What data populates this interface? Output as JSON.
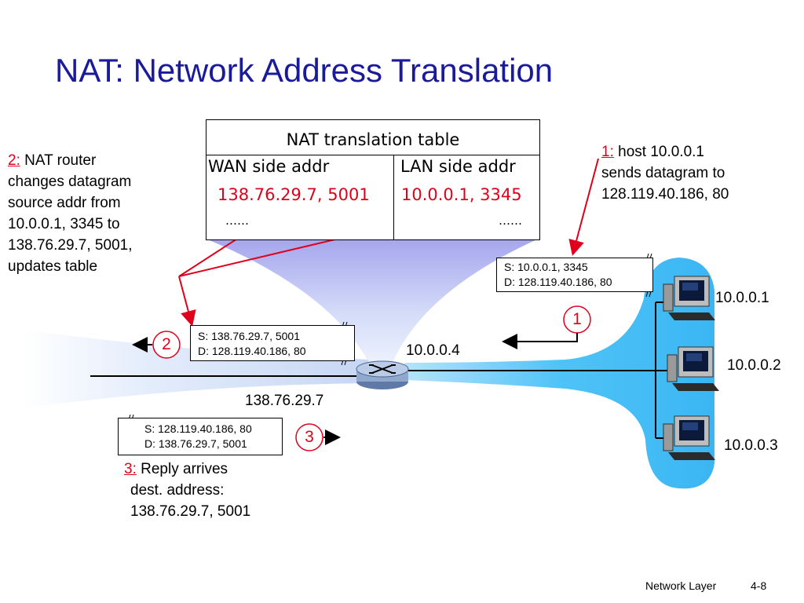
{
  "title": "NAT: Network Address Translation",
  "nat_table": {
    "title": "NAT translation table",
    "wan_header": "WAN side addr",
    "lan_header": "LAN side addr",
    "wan_value": "138.76.29.7, 5001",
    "lan_value": "10.0.0.1, 3345",
    "wan_more": "……",
    "lan_more": "……"
  },
  "notes": {
    "step1": {
      "num": "1:",
      "lines": [
        "host 10.0.0.1",
        "sends datagram to",
        "128.119.40.186, 80"
      ]
    },
    "step2": {
      "num": "2",
      "colon": ":",
      "lines": [
        "NAT router",
        "changes datagram",
        "source addr from",
        "10.0.0.1, 3345 to",
        "138.76.29.7, 5001,",
        "updates table"
      ]
    },
    "step3": {
      "num": "3:",
      "lines": [
        "Reply arrives",
        "dest. address:",
        "138.76.29.7, 5001"
      ]
    }
  },
  "packets": {
    "p1": {
      "src": "S: 10.0.0.1, 3345",
      "dst": "D: 128.119.40.186, 80"
    },
    "p2": {
      "src": "S: 138.76.29.7, 5001",
      "dst": "D: 128.119.40.186, 80"
    },
    "p3": {
      "src": "S: 128.119.40.186, 80",
      "dst": "D: 138.76.29.7, 5001"
    }
  },
  "step_circles": {
    "s1": "1",
    "s2": "2",
    "s3": "3"
  },
  "addresses": {
    "router_lan": "10.0.0.4",
    "router_wan": "138.76.29.7",
    "host1": "10.0.0.1",
    "host2": "10.0.0.2",
    "host3": "10.0.0.3"
  },
  "colors": {
    "title": "#1a1a9c",
    "highlight": "#e0001b",
    "lan_blue": "#4fc3f7",
    "wan_beam": "#dbe7fb",
    "router": "#8fa8cc"
  },
  "icons": {
    "router": "router-icon",
    "host": "computer-icon"
  },
  "footer": {
    "left": "Network Layer",
    "right": "4-8"
  }
}
